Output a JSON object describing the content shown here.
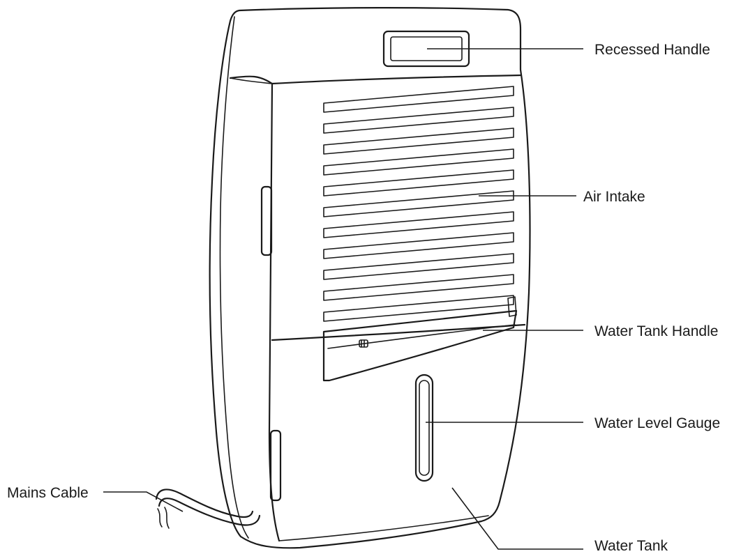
{
  "diagram": {
    "labels": {
      "recessed_handle": "Recessed Handle",
      "air_intake": "Air Intake",
      "water_tank_handle": "Water Tank Handle",
      "water_level_gauge": "Water Level Gauge",
      "water_tank": "Water Tank",
      "mains_cable": "Mains Cable"
    },
    "colors": {
      "line": "#1a1a1a",
      "background": "#ffffff"
    }
  }
}
